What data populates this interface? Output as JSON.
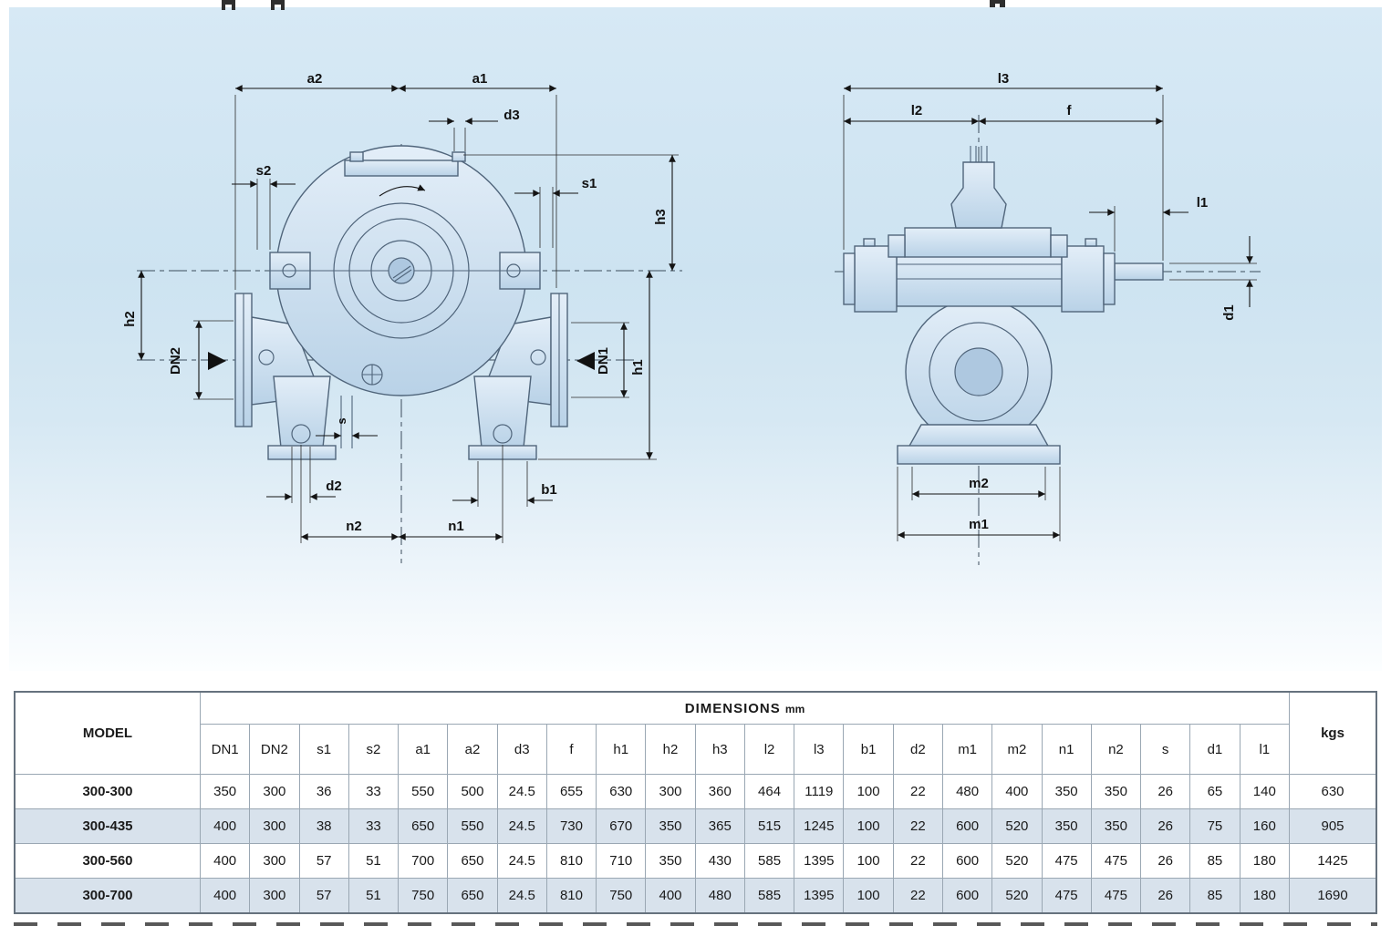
{
  "front_view": {
    "labels": {
      "a2": "a2",
      "a1": "a1",
      "d3": "d3",
      "s2": "s2",
      "s1": "s1",
      "h3": "h3",
      "h2": "h2",
      "dn2": "DN2",
      "dn1": "DN1",
      "h1": "h1",
      "s": "s",
      "d2": "d2",
      "b1": "b1",
      "n2": "n2",
      "n1": "n1"
    }
  },
  "side_view": {
    "labels": {
      "l3": "l3",
      "l2": "l2",
      "f": "f",
      "l1": "l1",
      "d1": "d1",
      "m2": "m2",
      "m1": "m1"
    }
  },
  "table": {
    "model_header": "MODEL",
    "dimensions_header": "DIMENSIONS",
    "dimensions_unit": "mm",
    "kgs_header": "kgs",
    "columns": [
      "DN1",
      "DN2",
      "s1",
      "s2",
      "a1",
      "a2",
      "d3",
      "f",
      "h1",
      "h2",
      "h3",
      "l2",
      "l3",
      "b1",
      "d2",
      "m1",
      "m2",
      "n1",
      "n2",
      "s",
      "d1",
      "l1"
    ],
    "rows": [
      {
        "model": "300-300",
        "values": [
          "350",
          "300",
          "36",
          "33",
          "550",
          "500",
          "24.5",
          "655",
          "630",
          "300",
          "360",
          "464",
          "1119",
          "100",
          "22",
          "480",
          "400",
          "350",
          "350",
          "26",
          "65",
          "140"
        ],
        "kgs": "630"
      },
      {
        "model": "300-435",
        "values": [
          "400",
          "300",
          "38",
          "33",
          "650",
          "550",
          "24.5",
          "730",
          "670",
          "350",
          "365",
          "515",
          "1245",
          "100",
          "22",
          "600",
          "520",
          "350",
          "350",
          "26",
          "75",
          "160"
        ],
        "kgs": "905"
      },
      {
        "model": "300-560",
        "values": [
          "400",
          "300",
          "57",
          "51",
          "700",
          "650",
          "24.5",
          "810",
          "710",
          "350",
          "430",
          "585",
          "1395",
          "100",
          "22",
          "600",
          "520",
          "475",
          "475",
          "26",
          "85",
          "180"
        ],
        "kgs": "1425"
      },
      {
        "model": "300-700",
        "values": [
          "400",
          "300",
          "57",
          "51",
          "750",
          "650",
          "24.5",
          "810",
          "750",
          "400",
          "480",
          "585",
          "1395",
          "100",
          "22",
          "600",
          "520",
          "475",
          "475",
          "26",
          "85",
          "180"
        ],
        "kgs": "1690"
      }
    ]
  }
}
